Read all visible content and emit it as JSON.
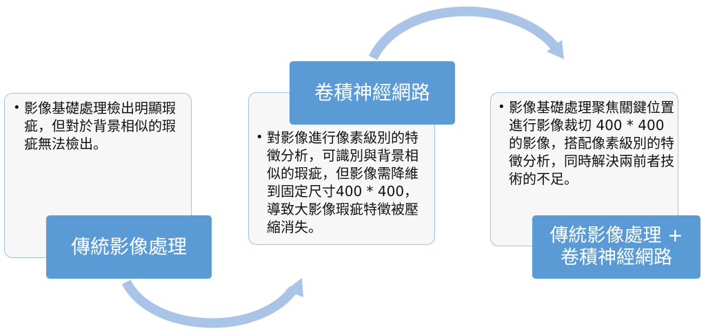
{
  "steps": [
    {
      "label": "傳統影像處理",
      "text": "影像基礎處理檢出明顯瑕疵，但對於背景相似的瑕疵無法檢出。"
    },
    {
      "label": "卷積神經網路",
      "text": "對影像進行像素級別的特徵分析，可識別與背景相似的瑕疵，但影像需降維到固定尺寸400 * 400，導致大影像瑕疵特徵被壓縮消失。"
    },
    {
      "label_line1": "傳統影像處理 +",
      "label_line2": "卷積神經網路",
      "text": "影像基礎處理聚焦關鍵位置進行影像裁切 400 * 400 的影像，搭配像素級別的特徵分析，同時解決兩前者技術的不足。"
    }
  ],
  "colors": {
    "label_fill": "#5b9bd5",
    "card_border": "#9dc3e6",
    "card_fill": "#f7f7f7",
    "arrow": "#a9c4e6"
  },
  "icons": [
    "curved-arrow-icon",
    "curved-arrow-icon"
  ]
}
